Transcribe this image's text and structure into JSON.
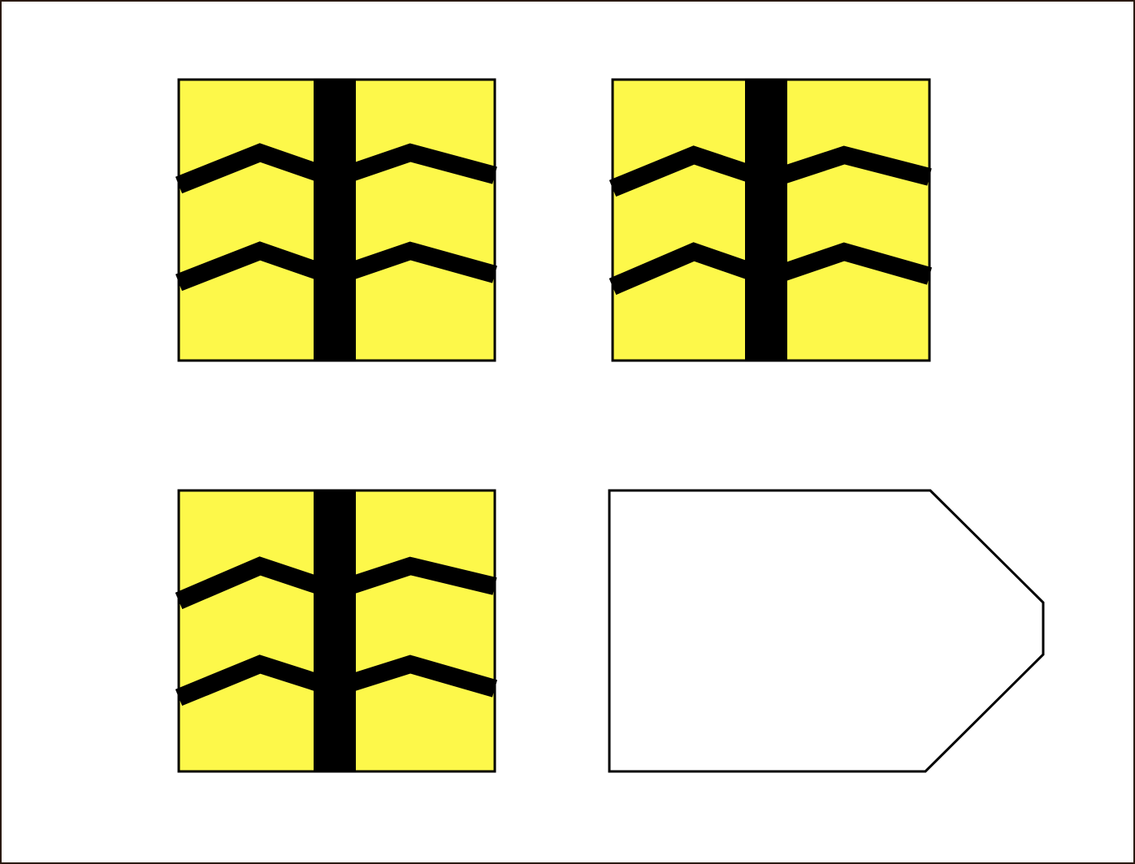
{
  "colors": {
    "background": "#ffffff",
    "frame": "#2a1a10",
    "tile_fill": "#fdf84a",
    "pattern": "#000000",
    "outline": "#000000",
    "pentagon_fill": "#ffffff"
  },
  "tiles": [
    {
      "id": "tile-top-left",
      "pattern": "chevron-tree",
      "filled": true
    },
    {
      "id": "tile-top-right",
      "pattern": "chevron-tree",
      "filled": true
    },
    {
      "id": "tile-bottom-left",
      "pattern": "chevron-tree",
      "filled": true
    }
  ],
  "answer_shape": {
    "id": "pentagon-bottom-right",
    "shape": "pentagon",
    "filled": false
  }
}
